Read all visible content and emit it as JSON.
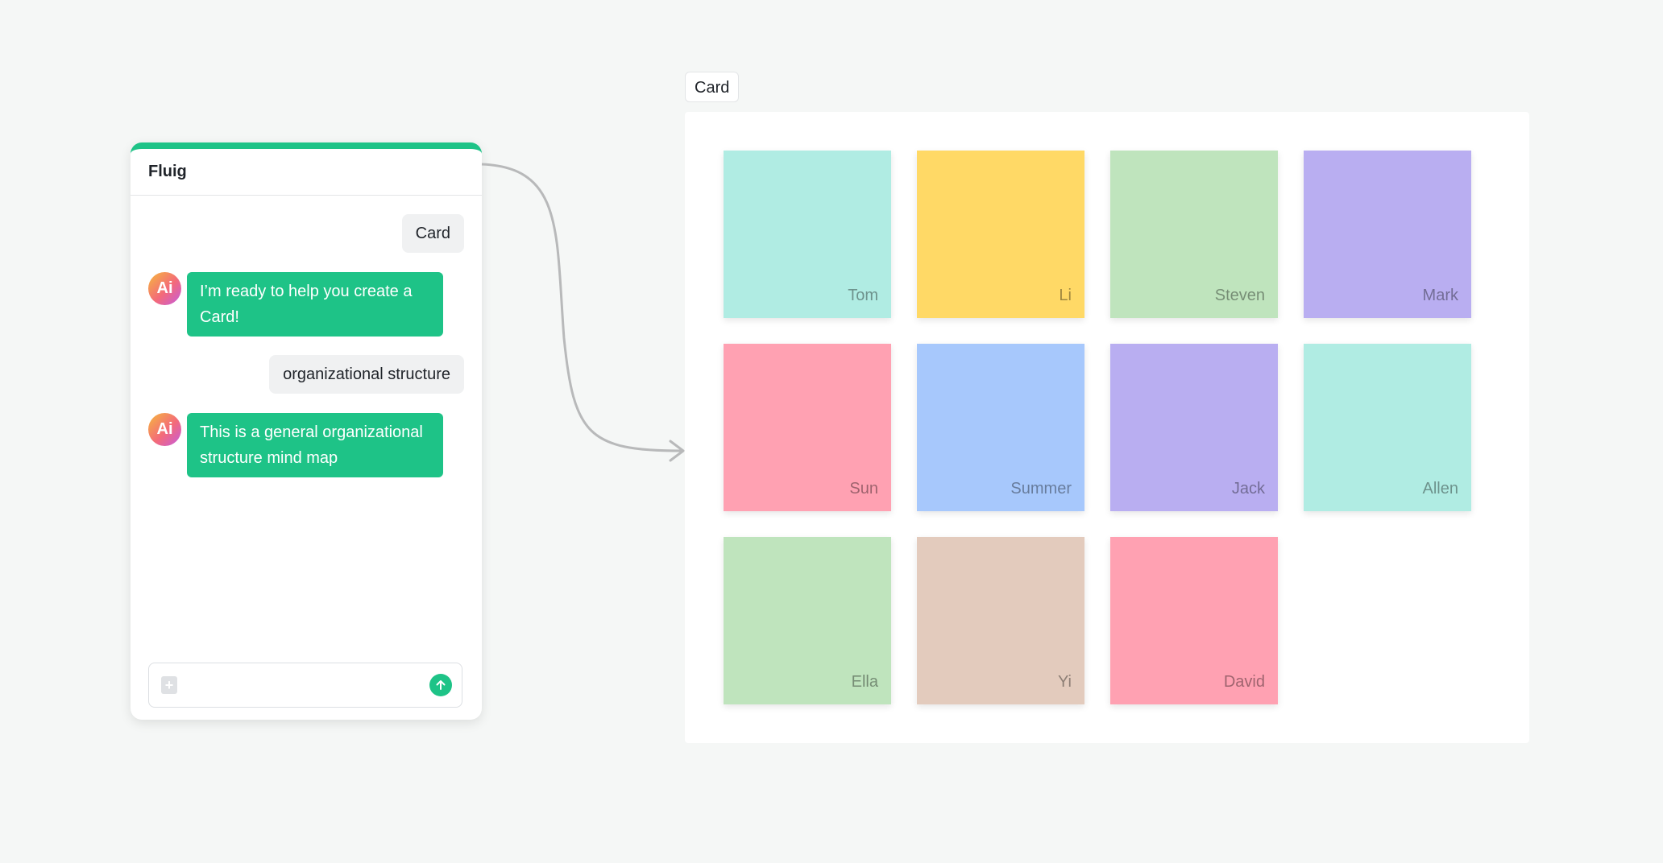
{
  "chat": {
    "title": "Fluig",
    "messages": [
      {
        "role": "user",
        "text": "Card"
      },
      {
        "role": "ai",
        "avatar": "Ai",
        "text": "I’m ready to help you create a Card!"
      },
      {
        "role": "user",
        "text": "organizational structure"
      },
      {
        "role": "ai",
        "avatar": "Ai",
        "text": "This is a general organizational structure mind map"
      }
    ],
    "input": {
      "value": "",
      "attach_icon": "plus-icon",
      "send_icon": "arrow-up-icon"
    }
  },
  "board": {
    "label": "Card",
    "cards": [
      {
        "name": "Tom",
        "color": "#b0ece3"
      },
      {
        "name": "Li",
        "color": "#ffd966"
      },
      {
        "name": "Steven",
        "color": "#bfe4bd"
      },
      {
        "name": "Mark",
        "color": "#b9aef1"
      },
      {
        "name": "Sun",
        "color": "#ffa1b2"
      },
      {
        "name": "Summer",
        "color": "#a7c8fc"
      },
      {
        "name": "Jack",
        "color": "#b9aef1"
      },
      {
        "name": "Allen",
        "color": "#b0ece3"
      },
      {
        "name": "Ella",
        "color": "#bfe4bd"
      },
      {
        "name": "Yi",
        "color": "#e3cbbd"
      },
      {
        "name": "David",
        "color": "#ffa1b2"
      }
    ]
  },
  "colors": {
    "accent": "#1ec387",
    "background": "#f5f7f6"
  }
}
